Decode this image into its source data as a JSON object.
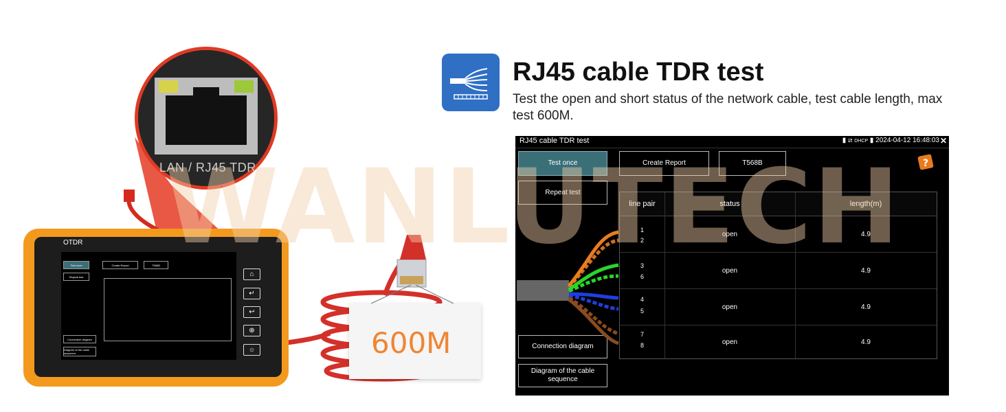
{
  "header": {
    "title": "RJ45 cable TDR test",
    "description": "Test the open and short status of the network cable, test cable length, max test 600M."
  },
  "watermark": "WANLUTECH",
  "device": {
    "label": "OTDR",
    "port_label": "LAN / RJ45 TDR",
    "tag_text": "600M"
  },
  "screen": {
    "app_title": "RJ45 cable TDR test",
    "status_bar": {
      "dhcp": "DHCP",
      "datetime": "2024-04-12 16:48:03",
      "close": "✕"
    },
    "buttons": {
      "test_once": "Test once",
      "repeat_test": "Repeat test",
      "create_report": "Create Report",
      "standard": "T568B",
      "connection_diagram": "Connection diagram",
      "cable_sequence_diagram": "Diagram of the cable sequence"
    },
    "table": {
      "headers": [
        "line pair",
        "status",
        "length(m)"
      ],
      "rows": [
        {
          "pins": [
            "1",
            "2"
          ],
          "status": "open",
          "length": "4.9",
          "colors": [
            "#e87d1e",
            "#e87d1e"
          ]
        },
        {
          "pins": [
            "3",
            "6"
          ],
          "status": "open",
          "length": "4.9",
          "colors": [
            "#2bd42b",
            "#2bd42b"
          ]
        },
        {
          "pins": [
            "4",
            "5"
          ],
          "status": "open",
          "length": "4.9",
          "colors": [
            "#1e3fe0",
            "#1e3fe0"
          ]
        },
        {
          "pins": [
            "7",
            "8"
          ],
          "status": "open",
          "length": "4.9",
          "colors": [
            "#8a4b20",
            "#8a4b20"
          ]
        }
      ]
    }
  },
  "colors": {
    "accent_blue": "#2f6fc4",
    "device_orange": "#f39a1e",
    "active_button": "#3a6f78",
    "tag_text": "#f08532"
  }
}
